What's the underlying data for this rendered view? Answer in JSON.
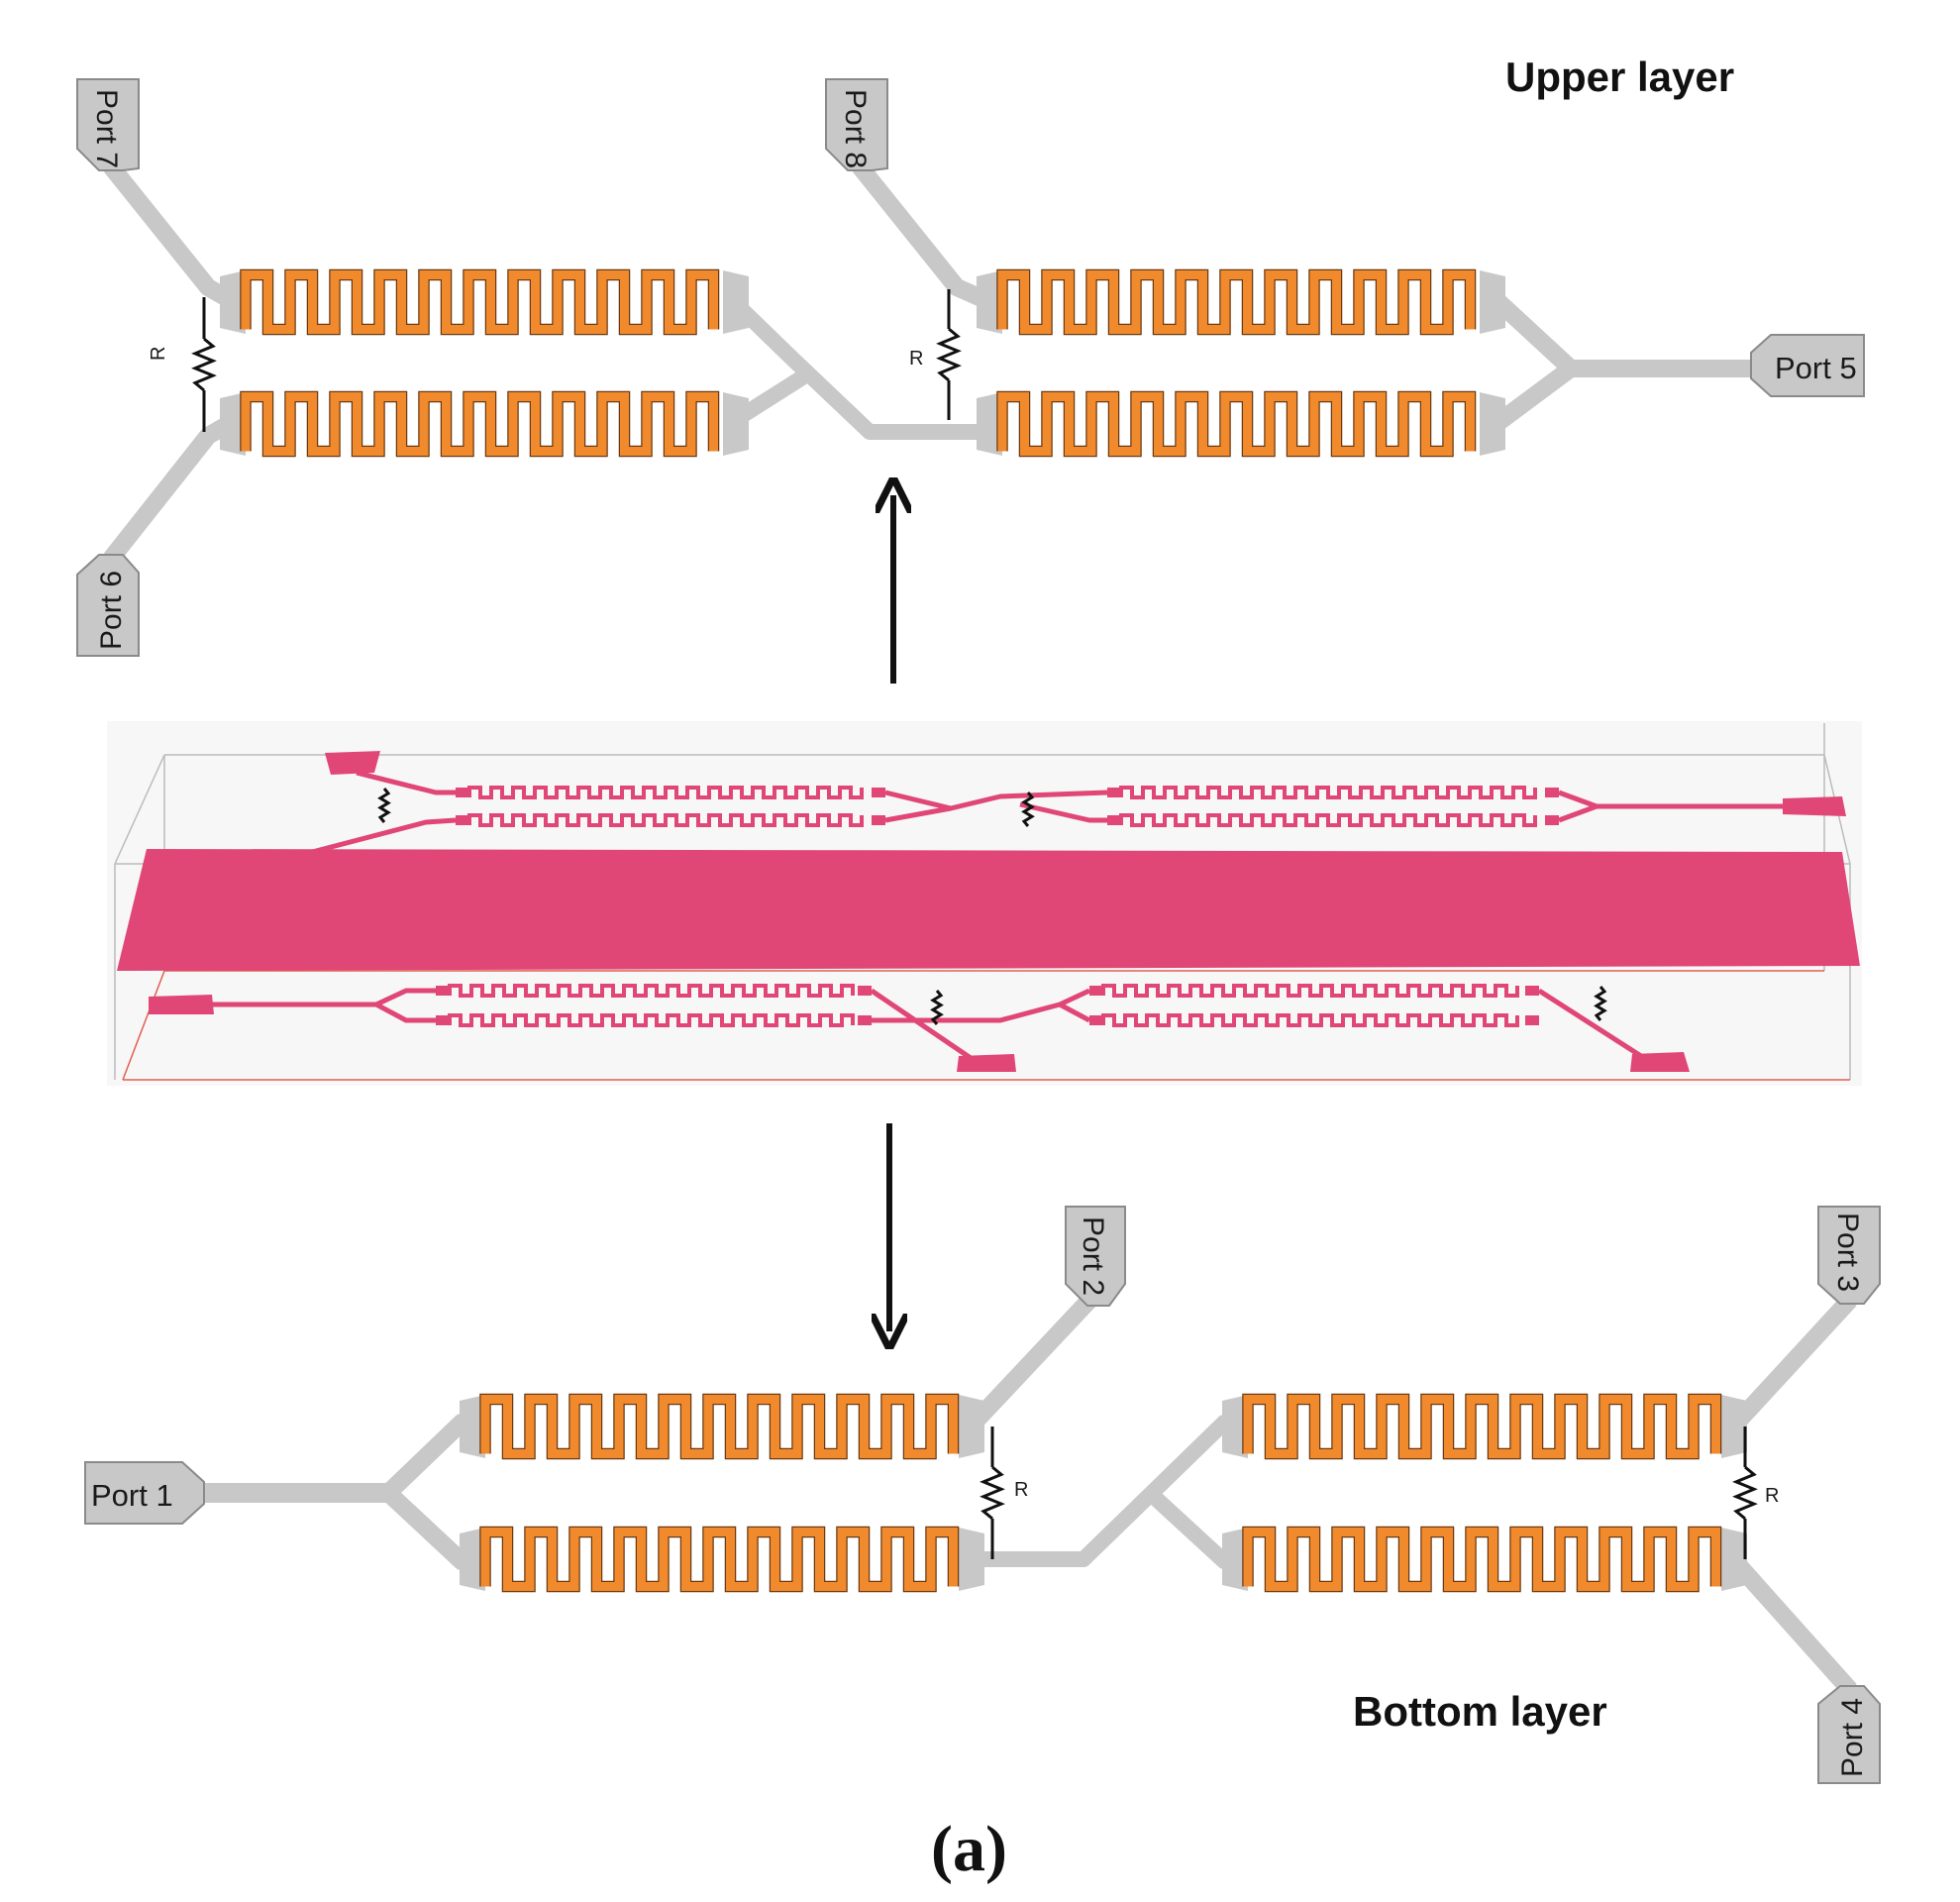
{
  "upper_layer": {
    "title": "Upper layer",
    "ports": [
      "Port 7",
      "Port 8",
      "Port 6",
      "Port 5"
    ],
    "resistor_labels": [
      "R",
      "R"
    ]
  },
  "bottom_layer": {
    "title": "Bottom layer",
    "ports": [
      "Port 1",
      "Port 2",
      "Port 3",
      "Port 4"
    ],
    "resistor_labels": [
      "R",
      "R"
    ]
  },
  "caption": "(a)",
  "colors": {
    "meander": "#f08a2c",
    "trace": "#c8c8c8",
    "pad_stroke": "#8a8a8a",
    "model": "#e04676",
    "box_line": "#bbbbbb",
    "box_red_line": "#e06050"
  }
}
